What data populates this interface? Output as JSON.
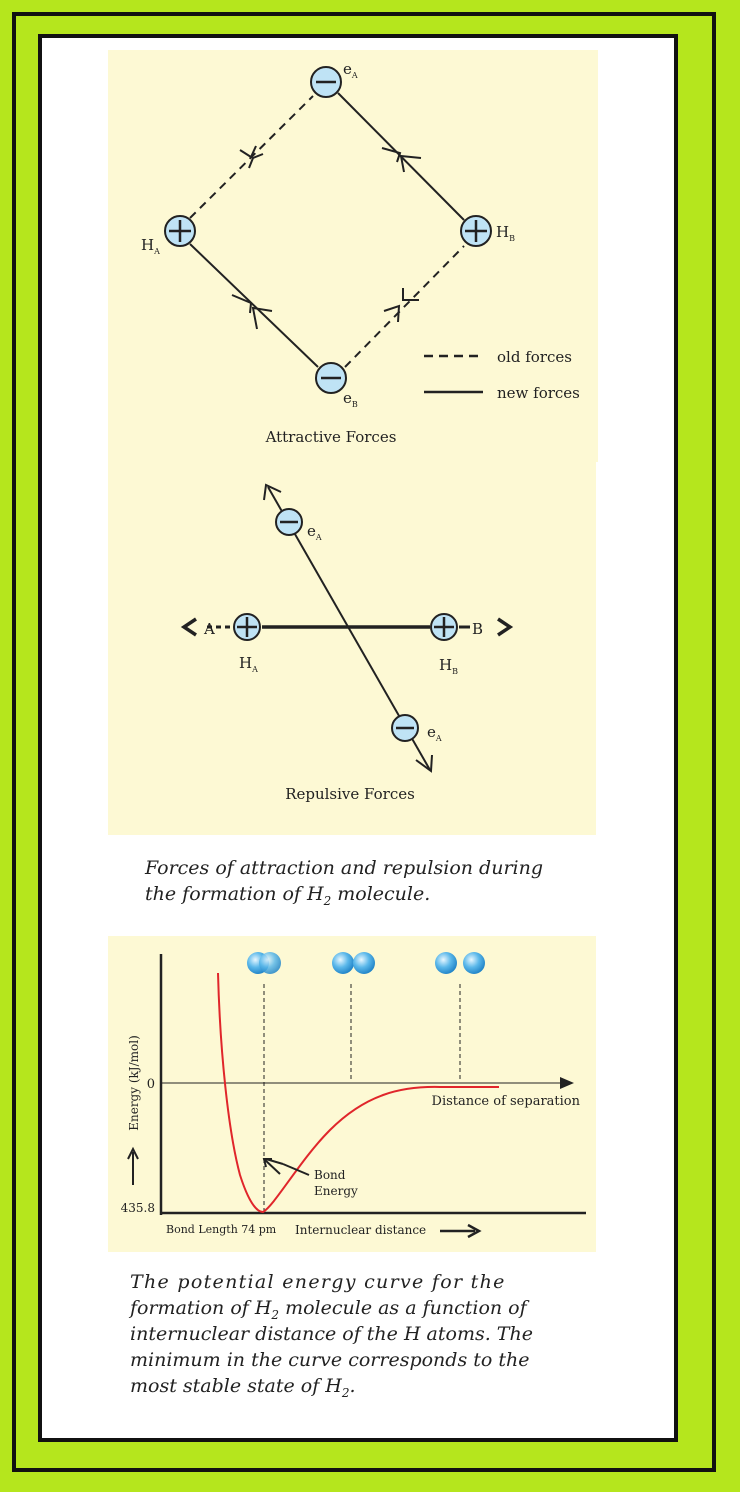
{
  "colors": {
    "frame_green": "#b5e61d",
    "panel_bg": "#fdf9d4",
    "particle": "#bfe3f5",
    "curve": "#e0262b"
  },
  "attractive": {
    "title": "Attractive Forces",
    "electron_a": {
      "label": "e",
      "sub": "A"
    },
    "electron_b": {
      "label": "e",
      "sub": "B"
    },
    "nucleus_a": {
      "label": "H",
      "sub": "A"
    },
    "nucleus_b": {
      "label": "H",
      "sub": "B"
    },
    "legend": {
      "old": "old forces",
      "new": "new forces"
    }
  },
  "repulsive": {
    "title": "Repulsive Forces",
    "electron_top": {
      "label": "e",
      "sub": "A"
    },
    "electron_bottom": {
      "label": "e",
      "sub": "A"
    },
    "nucleus_a": {
      "label": "H",
      "sub": "A"
    },
    "nucleus_b": {
      "label": "H",
      "sub": "B"
    },
    "dir_a": "A",
    "dir_b": "B"
  },
  "caption1": {
    "line1": "Forces of attraction and repulsion during",
    "line2a": "the formation of H",
    "line2sub": "2",
    "line2b": " molecule."
  },
  "graph": {
    "ylabel": "Energy (kJ/mol)",
    "zero_tick": "0",
    "min_tick": "435.8",
    "xaxis_label": "Distance of separation",
    "bond_length": "Bond Length 74 pm",
    "internuclear": "Internuclear distance",
    "annotation_line1": "Bond",
    "annotation_line2": "Energy"
  },
  "caption2": {
    "line1": "The potential energy curve for the",
    "line2a": "formation of H",
    "line2sub": "2",
    "line2b": " molecule as a function of",
    "line3": "internuclear distance of the H atoms. The",
    "line4": "minimum in the curve corresponds to the",
    "line5a": "most stable state of H",
    "line5sub": "2",
    "line5b": "."
  }
}
